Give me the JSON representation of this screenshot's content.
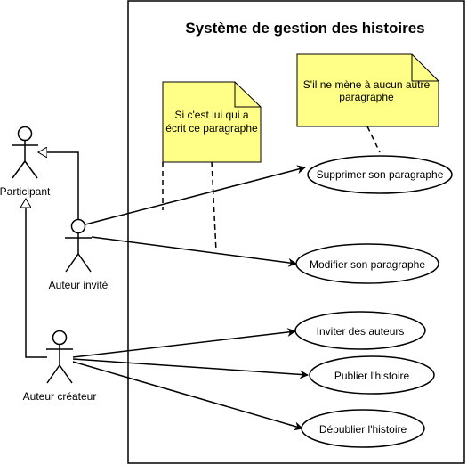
{
  "system": {
    "title": "Système de gestion des histoires"
  },
  "actors": {
    "participant": "Participant",
    "guest": "Auteur invité",
    "creator": "Auteur créateur"
  },
  "use_cases": {
    "delete": "Supprimer son paragraphe",
    "modify": "Modifier son paragraphe",
    "invite": "Inviter des auteurs",
    "publish": "Publier l'histoire",
    "unpublish": "Dépublier l'histoire"
  },
  "notes": {
    "own_paragraph": [
      "Si c'est lui qui a",
      "écrit ce paragraphe"
    ],
    "no_lead": [
      "S'il ne mène à aucun autre",
      "paragraphe"
    ]
  },
  "colors": {
    "note_fill": "#ffff88",
    "line": "#000000",
    "background": "#ffffff"
  }
}
